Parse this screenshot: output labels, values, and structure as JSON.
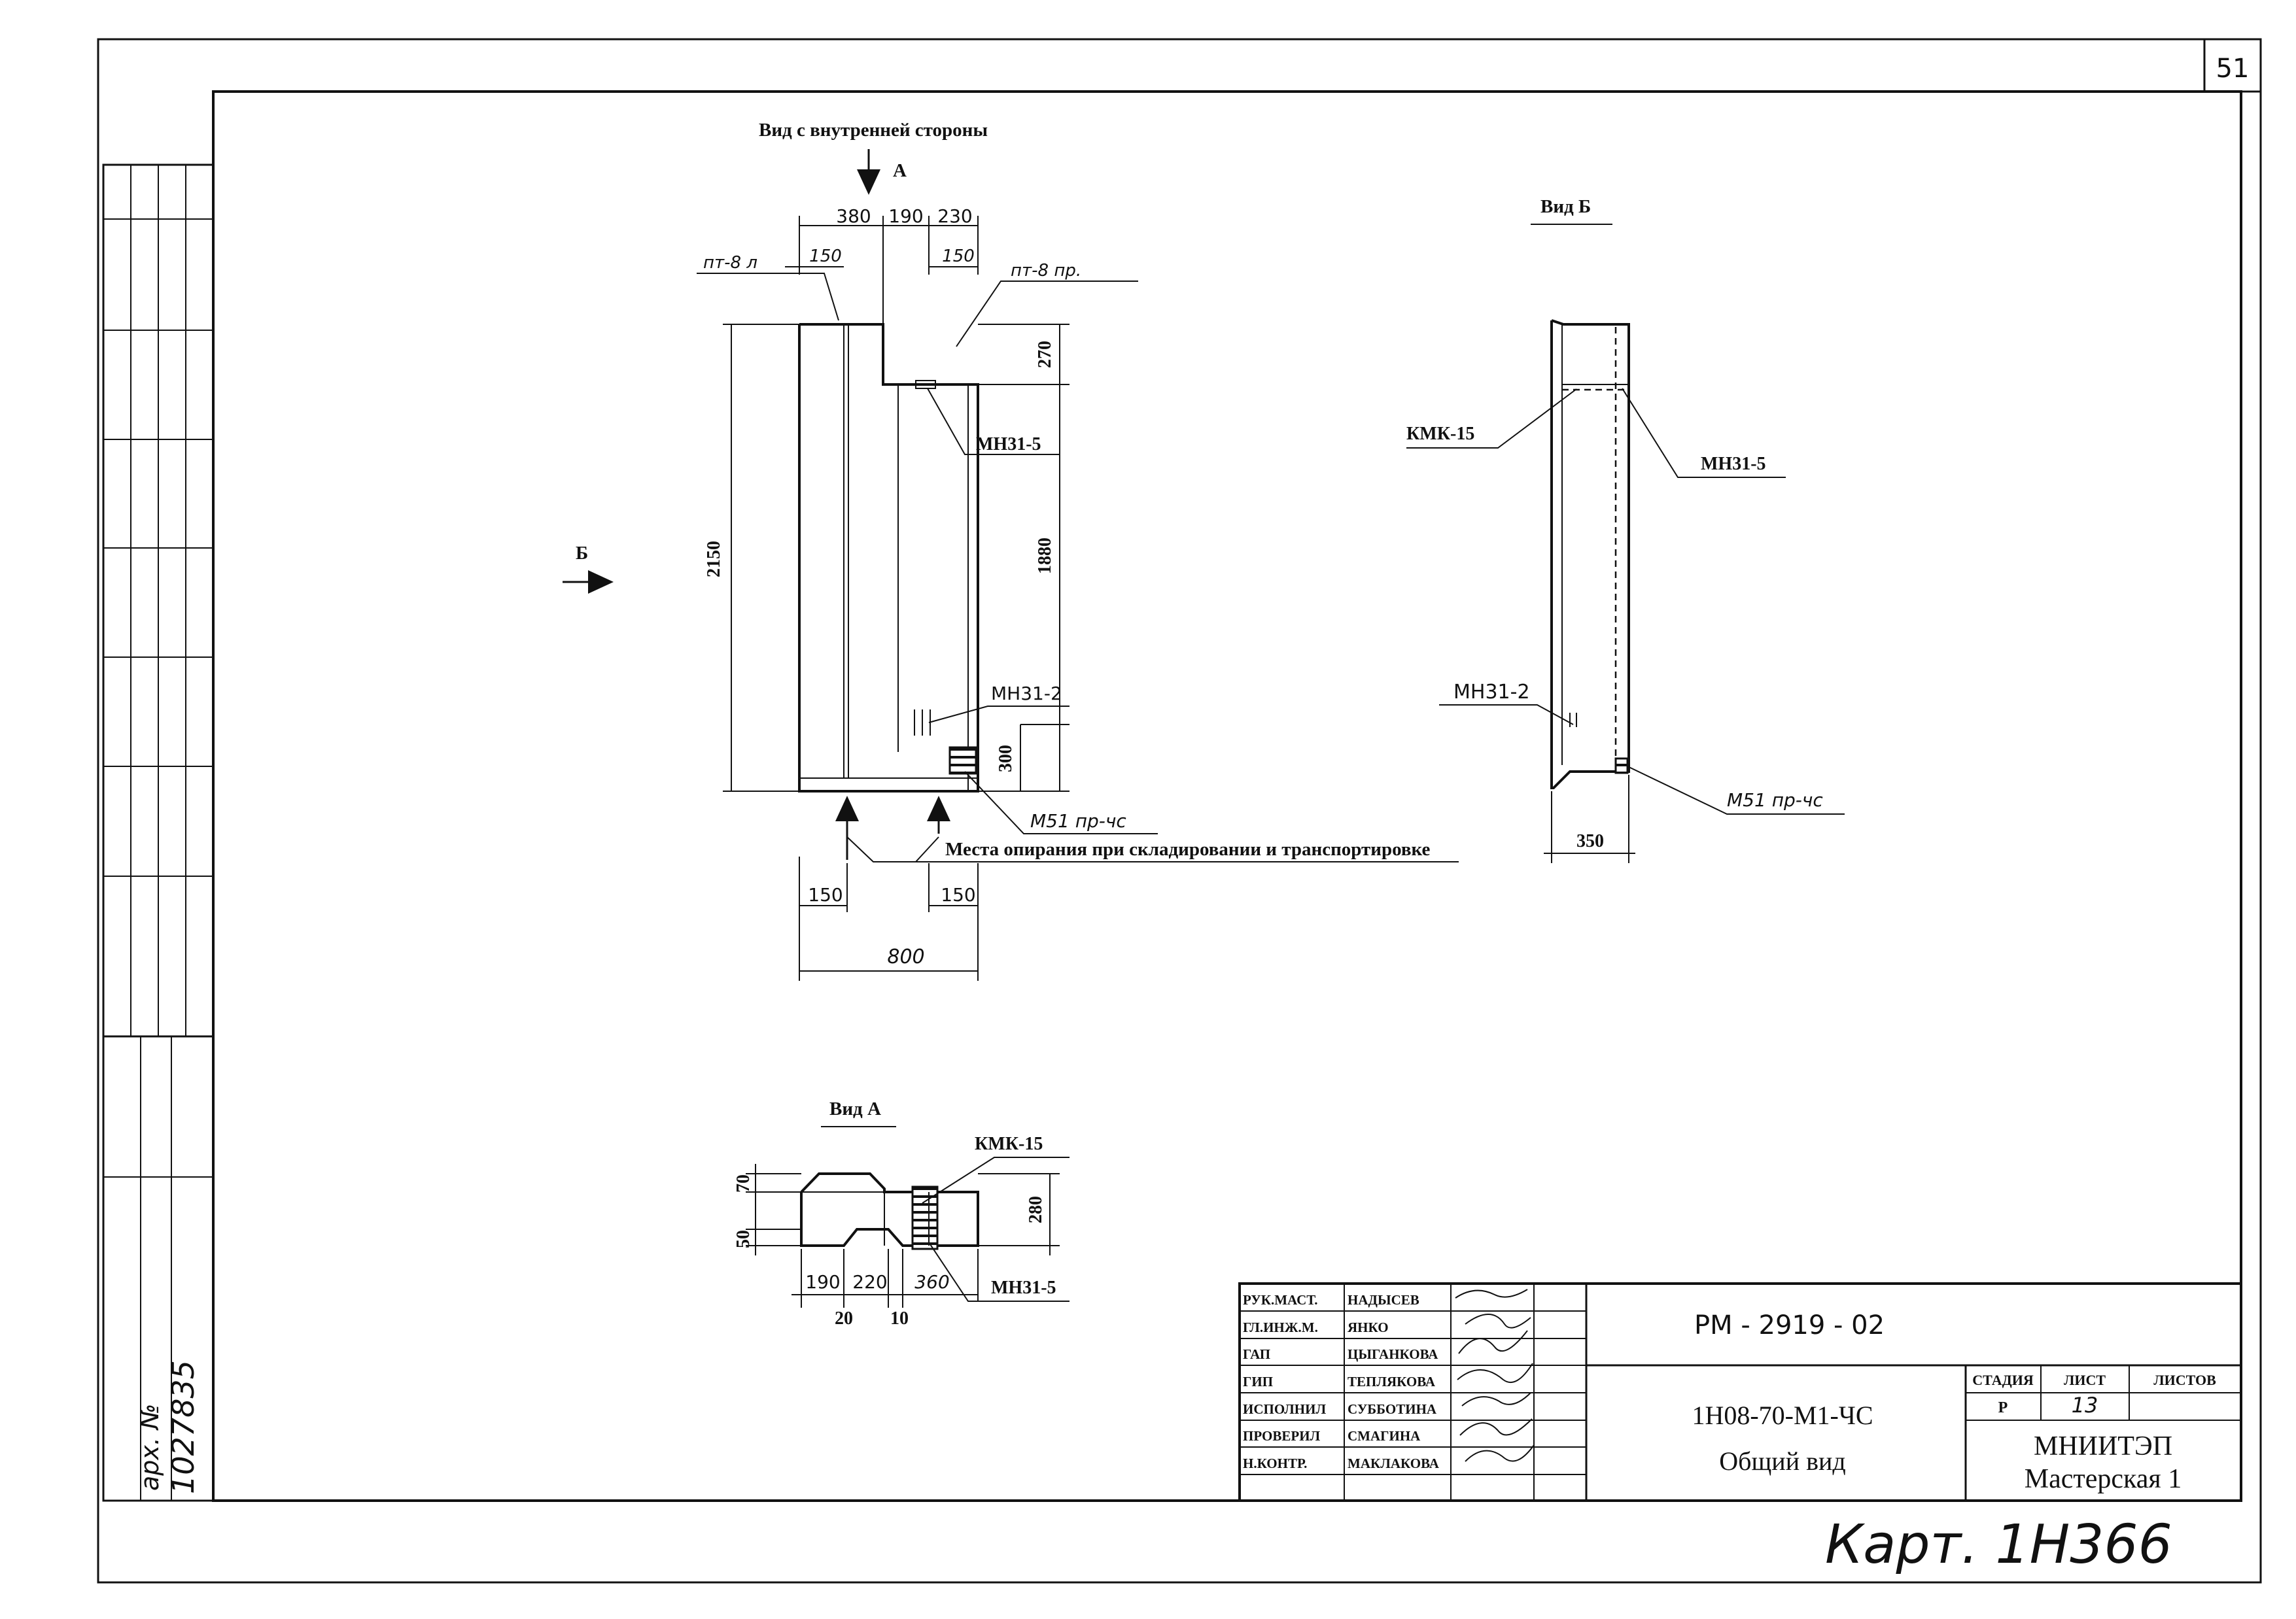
{
  "sheet": {
    "page_number": "51",
    "inventory_label": "арх. №",
    "inventory_number": "1027835",
    "handwritten_card": "Карт. 1Н366"
  },
  "elevation": {
    "title": "Вид с внутренней стороны",
    "view_a_marker": "А",
    "view_b_marker": "Б",
    "dims": {
      "top_left": "380",
      "top_mid": "190",
      "top_right": "230",
      "sub_left": "150",
      "sub_right": "150",
      "height_total": "2150",
      "height_top": "270",
      "height_mid": "1880",
      "height_bottom": "300",
      "bottom_left": "150",
      "bottom_right": "150",
      "width_total": "800"
    },
    "callouts": {
      "pt_left": "пт-8 л",
      "pt_right": "пт-8 пр.",
      "mn31_5": "МН31-5",
      "mn31_2": "МН31-2",
      "m51": "М51 пр-чс"
    },
    "support_note": "Места опирания при складировании и транспортировке"
  },
  "view_b": {
    "title": "Вид Б",
    "kmk": "КМК-15",
    "mn31_5": "МН31-5",
    "mn31_2": "МН31-2",
    "m51": "М51 пр-чс",
    "width": "350"
  },
  "view_a": {
    "title": "Вид А",
    "kmk": "КМК-15",
    "mn31_5": "МН31-5",
    "dims": {
      "h_top": "70",
      "h_bottom": "50",
      "h_total": "280",
      "w1": "190",
      "w2": "220",
      "w3": "360",
      "gap1": "20",
      "gap2": "10"
    }
  },
  "title_block": {
    "roles": [
      "РУК.МАСТ.",
      "ГЛ.ИНЖ.М.",
      "ГАП",
      "ГИП",
      "ИСПОЛНИЛ",
      "ПРОВЕРИЛ",
      "Н.КОНТР."
    ],
    "names": [
      "НАДЫСЕВ",
      "ЯНКО",
      "ЦЫГАНКОВА",
      "ТЕПЛЯКОВА",
      "СУББОТИНА",
      "СМАГИНА",
      "МАКЛАКОВА"
    ],
    "doc_code": "РМ - 2919 - 02",
    "product_code": "1Н08-70-М1-ЧС",
    "sheet_title": "Общий вид",
    "stage_header": "СТАДИЯ",
    "sheet_header": "ЛИСТ",
    "sheets_header": "ЛИСТОВ",
    "stage": "Р",
    "sheet_no": "13",
    "sheets_total": "",
    "org": "МНИИТЭП",
    "workshop": "Мастерская 1"
  }
}
